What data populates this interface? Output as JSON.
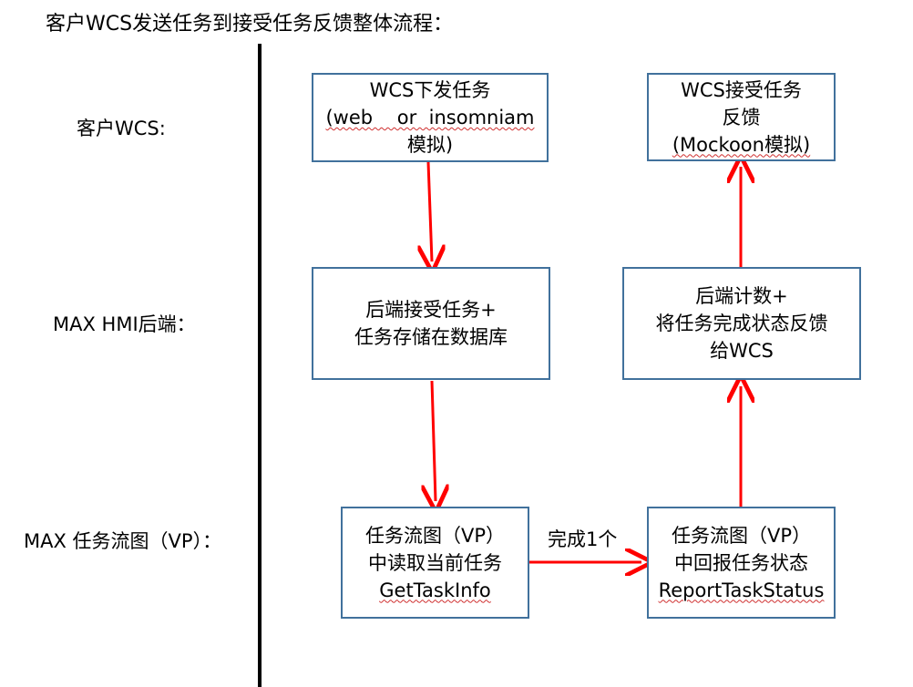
{
  "title": "客户WCS发送任务到接受任务反馈整体流程：",
  "rows": {
    "wcs": "客户WCS:",
    "hmi": "MAX HMI后端：",
    "vp": "MAX 任务流图（VP）："
  },
  "nodes": {
    "wcs_send": {
      "line1": "WCS下发任务",
      "line2": "(web    or  insomniam",
      "line3": "模拟)"
    },
    "wcs_feedback": {
      "line1": "WCS接受任务",
      "line2": "反馈",
      "line3": "(Mockoon模拟)"
    },
    "backend_store": {
      "line1": "后端接受任务+",
      "line2": "任务存储在数据库"
    },
    "backend_count": {
      "line1": "后端计数+",
      "line2": "将任务完成状态反馈",
      "line3": "给WCS"
    },
    "vp_read": {
      "line1": "任务流图（VP）",
      "line2": "中读取当前任务",
      "line3": "GetTaskInfo"
    },
    "vp_report": {
      "line1": "任务流图（VP）",
      "line2": "中回报任务状态",
      "line3": "ReportTaskStatus"
    }
  },
  "edges": {
    "vp_read_to_vp_report": "完成1个"
  },
  "colors": {
    "box_border": "#41719c",
    "arrow": "#ff0000",
    "divider": "#000000"
  }
}
